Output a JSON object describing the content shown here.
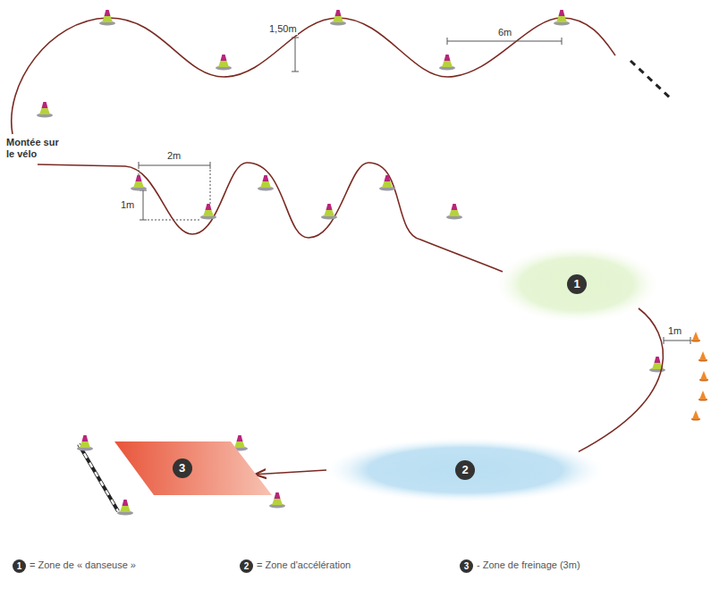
{
  "diagram": {
    "nodes": [
      {
        "text": [
          "1"
        ]
      },
      {
        "text": [
          "2"
        ]
      },
      {
        "text": [
          "3"
        ]
      }
    ],
    "edges": [
      {
        "from": 0,
        "to": 1,
        "arrow": "none"
      },
      {
        "from": 1,
        "to": 2,
        "arrow": "to"
      }
    ],
    "labels": [
      "Montée sur le vélo",
      "1,50m",
      "6m",
      "2m",
      "1m",
      "1m",
      "1",
      "2",
      "3"
    ],
    "legend": [
      {
        "text": "= Zone de « danseuse »"
      },
      {
        "text": "= Zone d'accélération"
      },
      {
        "text": "- Zone de freinage (3m)"
      }
    ]
  }
}
